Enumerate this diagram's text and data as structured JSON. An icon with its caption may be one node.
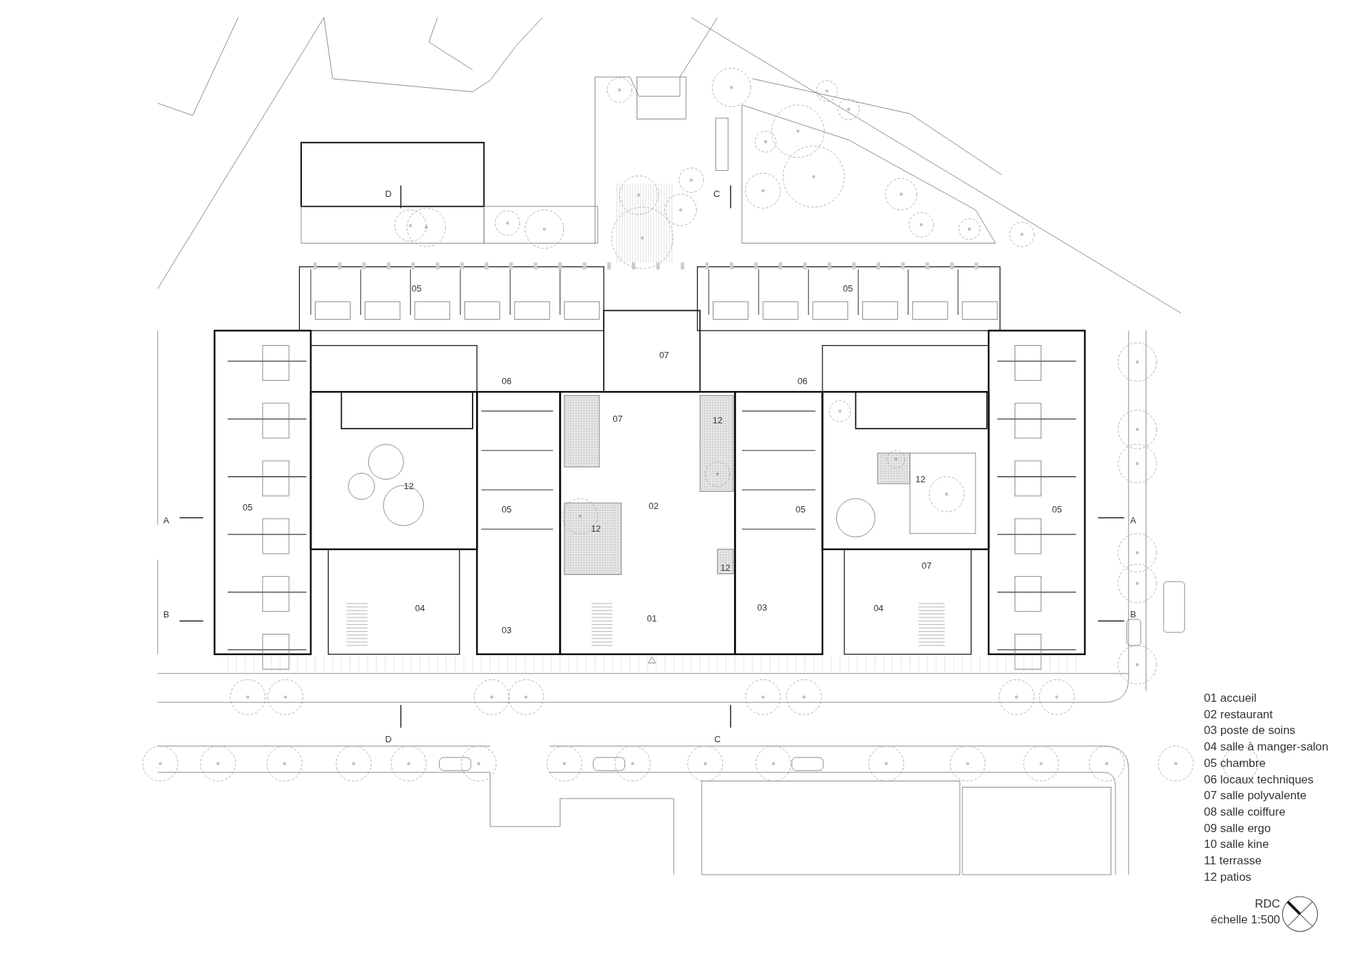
{
  "diagram": {
    "labels": [
      "D",
      "C",
      "05",
      "05",
      "07",
      "06",
      "06",
      "07",
      "12",
      "12",
      "12",
      "05",
      "05",
      "02",
      "05",
      "05",
      "A",
      "A",
      "12",
      "12",
      "07",
      "04",
      "01",
      "03",
      "04",
      "B",
      "B",
      "03",
      "D",
      "C",
      "01 accueil",
      "02 restaurant",
      "03 poste de soins",
      "04 salle à manger-salon",
      "05 chambre",
      "06 locaux techniques",
      "07 salle polyvalente",
      "08 salle coiffure",
      "09 salle ergo",
      "10 salle kine",
      "11 terrasse",
      "12 patios",
      "RDC",
      "échelle 1:500"
    ]
  }
}
